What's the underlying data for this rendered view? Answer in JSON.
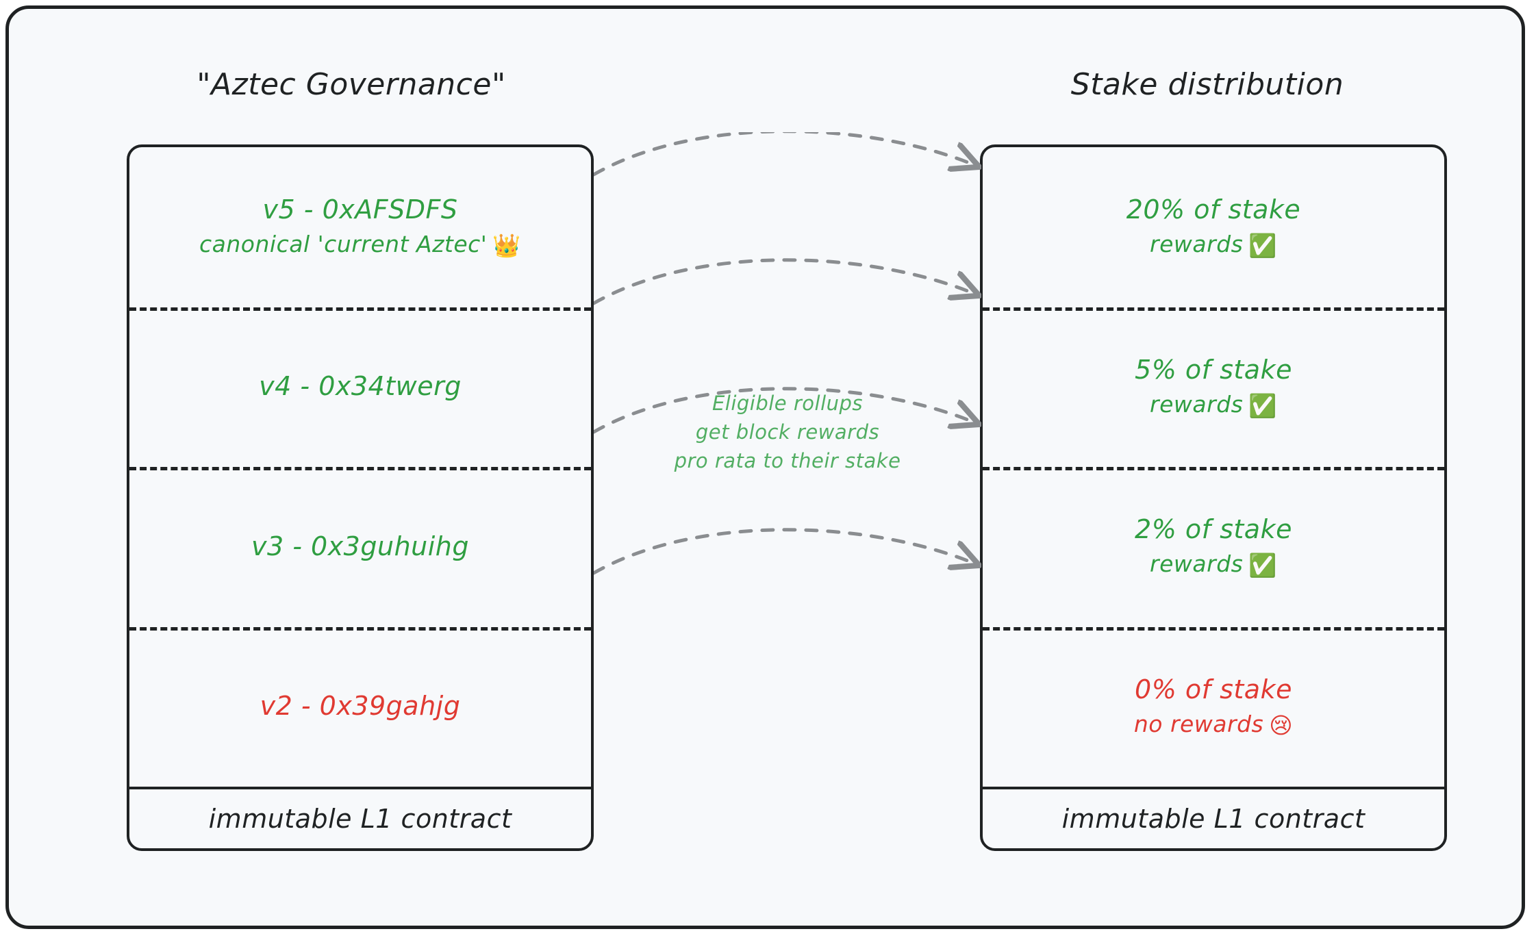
{
  "colors": {
    "background": "#f7f9fb",
    "ink": "#1f2223",
    "green": "#2f9e41",
    "green_soft": "#52ae63",
    "red": "#e03a32",
    "arrow_gray": "#8a8d90"
  },
  "left_panel": {
    "title": "\"Aztec Governance\"",
    "rows": [
      {
        "line1": "v5 - 0xAFSDFS",
        "line2": "canonical 'current Aztec'",
        "emoji": "👑",
        "emoji_name": "crown-emoji",
        "state": "ok"
      },
      {
        "line1": "v4 - 0x34twerg",
        "line2": "",
        "emoji": "",
        "emoji_name": "",
        "state": "ok"
      },
      {
        "line1": "v3 - 0x3guhuihg",
        "line2": "",
        "emoji": "",
        "emoji_name": "",
        "state": "ok"
      },
      {
        "line1": "v2 - 0x39gahjg",
        "line2": "",
        "emoji": "",
        "emoji_name": "",
        "state": "danger"
      }
    ],
    "footer": "immutable L1 contract"
  },
  "right_panel": {
    "title": "Stake distribution",
    "rows": [
      {
        "line1": "20% of stake",
        "line2": "rewards",
        "emoji": "✅",
        "emoji_name": "check-mark-button-emoji",
        "state": "ok"
      },
      {
        "line1": "5% of stake",
        "line2": "rewards",
        "emoji": "✅",
        "emoji_name": "check-mark-button-emoji",
        "state": "ok"
      },
      {
        "line1": "2% of stake",
        "line2": "rewards",
        "emoji": "✅",
        "emoji_name": "check-mark-button-emoji",
        "state": "ok"
      },
      {
        "line1": "0% of stake",
        "line2": "no rewards",
        "emoji": "😢",
        "emoji_name": "crying-face-emoji",
        "state": "danger"
      }
    ],
    "footer": "immutable L1 contract"
  },
  "middle": {
    "note_line1": "Eligible rollups",
    "note_line2": "get block rewards",
    "note_line3": "pro rata to their stake",
    "arrow_count": 4
  }
}
